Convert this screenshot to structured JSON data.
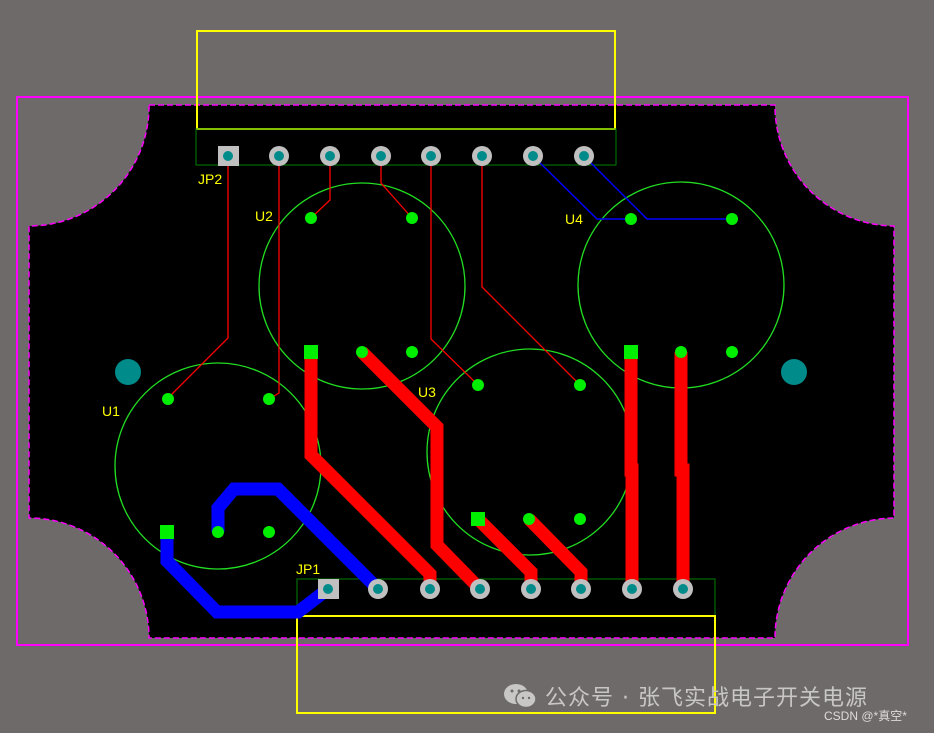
{
  "components": {
    "jp2": {
      "label": "JP2"
    },
    "jp1": {
      "label": "JP1"
    },
    "u1": {
      "label": "U1"
    },
    "u2": {
      "label": "U2"
    },
    "u3": {
      "label": "U3"
    },
    "u4": {
      "label": "U4"
    }
  },
  "colors": {
    "background": "#6d6a69",
    "board": "#000000",
    "outline": "#ff00ff",
    "top_copper": "#ff0000",
    "bottom_copper": "#0000ff",
    "silkscreen": "#ffff00",
    "overlay": "#00ff00",
    "pad_ring": "#c0c0c0",
    "drill": "#008b8b",
    "smd_pad": "#00ff00"
  },
  "watermark": {
    "icon": "wechat-icon",
    "text": "公众号 · 张飞实战电子开关电源",
    "credit": "CSDN @*真空*"
  }
}
